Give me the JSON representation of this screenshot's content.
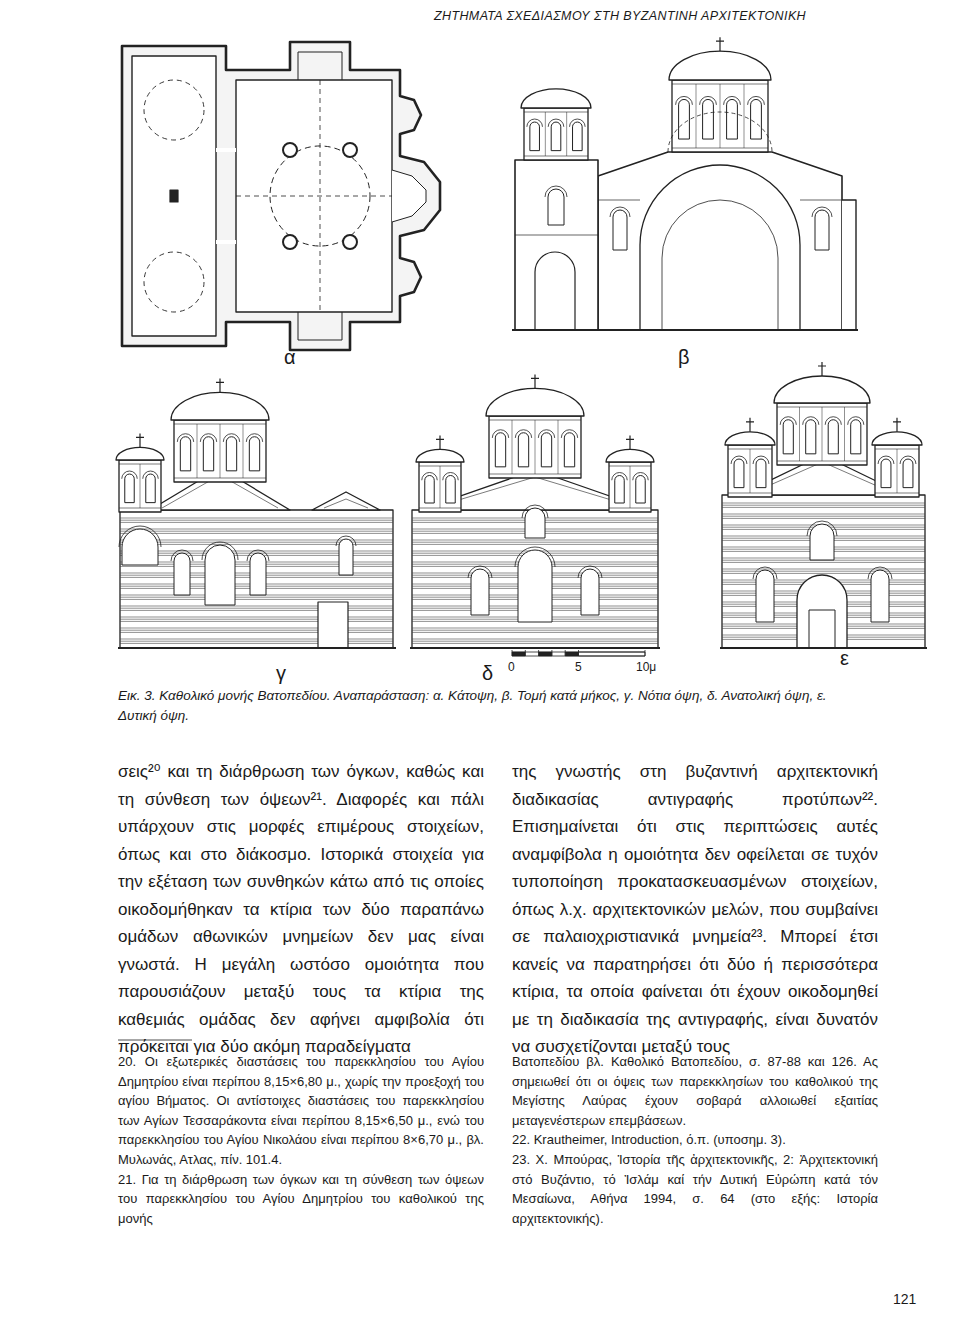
{
  "diagram": {
    "title": "ΖΗΤΗΜΑΤΑ ΣΧΕΔΙΑΣΜΟΥ ΣΤΗ ΒΥΖΑΝΤΙΝΗ ΑΡΧΙΤΕΚΤΟΝΙΚΗ",
    "caption": "Εικ. 3. Καθολικό μονής Βατοπεδίου. Αναπαράσταση: α. Κάτοψη, β. Τομή κατά μήκος, γ. Νότια όψη, δ. Ανατολική όψη, ε. Δυτική όψη.",
    "labels": [
      "α",
      "β",
      "γ",
      "δ",
      "0",
      "5",
      "10μ",
      "ε",
      "σεις²⁰ και τη διάρθρωση των όγκων, καθώς και τη σύνθεση των όψεων²¹. Διαφορές και πάλι υπάρχουν στις μορφές επιμέρους στοιχείων, όπως και στο διάκοσμο. Ιστορικά στοιχεία για την εξέταση των συνθηκών κάτω από τις οποίες οικοδομήθηκαν τα κτίρια των δύο παραπάνω ομάδων αθωνικών μνημείων δεν μας είναι γνωστά. Η μεγάλη ωστόσο ομοιότητα που παρουσιάζουν μεταξύ τους τα κτίρια της καθεμιάς ομάδας δεν αφήνει αμφιβολία ότι πρόκειται για δύο ακόμη παραδείγματα",
      "της γνωστής στη βυζαντινή αρχιτεκτονική διαδικασίας αντιγραφής προτύπων²². Επισημαίνεται ότι στις περιπτώσεις αυτές αναμφίβολα η ομοιότητα δεν οφείλεται σε τυχόν τυποποίηση προκατασκευασμένων στοιχείων, όπως λ.χ. αρχιτεκτονικών μελών, που συμβαίνει σε παλαιοχριστιανικά μνημεία²³. Μπορεί έτσι κανείς να παρατηρήσει ότι δύο ή περισσότερα κτίρια, τα οποία φαίνεται ότι έχουν οικοδομηθεί με τη διαδικασία της αντιγραφής, είναι δυνατόν να συσχετίζονται μεταξύ τους",
      "20. Οι εξωτερικές διαστάσεις του παρεκκλησίου του Αγίου Δημητρίου είναι περίπου 8,15×6,80 μ., χωρίς την προεξοχή του αγίου Βήματος. Οι αντίστοιχες διαστάσεις του παρεκκλησίου των Αγίων Τεσσαράκοντα είναι περίπου 8,15×6,50 μ., ενώ του παρεκκλησίου του Αγίου Νικολάου είναι περίπου 8×6,70 μ., βλ. Μυλωνάς, Ατλας, πίν. 101.4.",
      "21. Για τη διάρθρωση των όγκων και τη σύνθεση των όψεων του παρεκκλησίου του Αγίου Δημητρίου του καθολικού της μονής",
      "Βατοπεδίου βλ. Καθολικό Βατοπεδίου, σ. 87-88 και 126. Ας σημειωθεί ότι οι όψεις των παρεκκλησίων του καθολικού της Μεγίστης Λαύρας έχουν σοβαρά αλλοιωθεί εξαιτίας μεταγενέστερων επεμβάσεων.",
      "22. Krautheimer, Introduction, ό.π. (υποσημ. 3).",
      "23. Χ. Μπούρας, Ἱστορία τῆς ἀρχιτεκτονικῆς, 2: Ἀρχιτεκτονική στό Βυζάντιο, τό Ἰσλάμ καί τήν Δυτική Εὐρώπη κατά τόν Μεσαίωνα, Αθήνα 1994, σ. 64 (στο εξής: Ιστορία αρχιτεκτονικής).",
      "121"
    ]
  }
}
